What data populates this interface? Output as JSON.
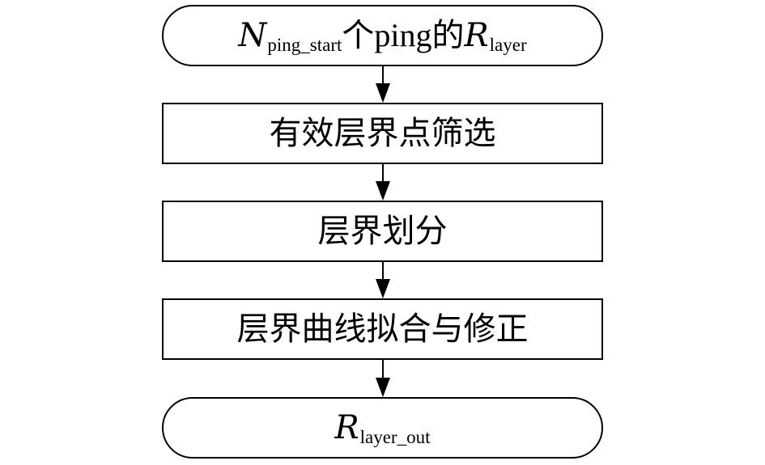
{
  "flowchart": {
    "start": {
      "var1": "N",
      "var1_sub": "ping_start",
      "middle_a": "个",
      "middle_b": "ping",
      "middle_c": "的",
      "var2": "R",
      "var2_sub": "layer"
    },
    "step1": "有效层界点筛选",
    "step2": "层界划分",
    "step3": "层界曲线拟合与修正",
    "end": {
      "var": "R",
      "var_sub": "layer_out"
    }
  }
}
